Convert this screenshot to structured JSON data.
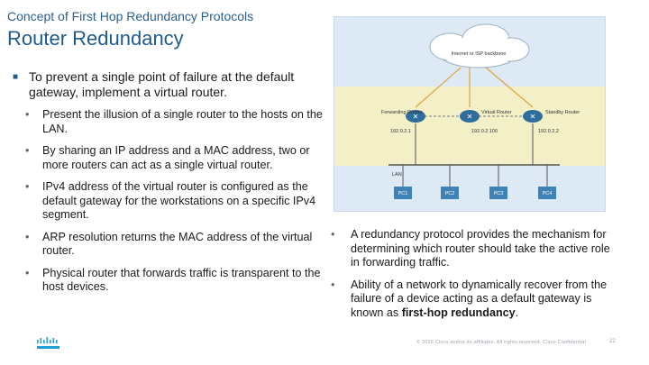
{
  "header": {
    "subtitle": "Concept of First Hop Redundancy Protocols",
    "title": "Router Redundancy"
  },
  "main_bullet": "To prevent a single point of failure at the default gateway, implement a virtual router.",
  "sub_bullets": [
    "Present the illusion of a single router to the hosts on the LAN.",
    "By sharing an IP address and a MAC address, two or more routers can act as a single virtual router.",
    "IPv4 address of the virtual router is configured as the default gateway for the workstations on a specific IPv4 segment.",
    "ARP resolution returns the MAC address of the virtual router.",
    "Physical router that forwards traffic is transparent to the host devices."
  ],
  "right_bullets": {
    "item1": "A redundancy protocol provides the mechanism for determining which router should take the active role in forwarding traffic.",
    "item2_prefix": "Ability of a network to dynamically recover from the failure of a device acting as a default gateway is known as ",
    "item2_bold": "first-hop redundancy",
    "item2_suffix": "."
  },
  "diagram": {
    "cloud_label": "Internet or ISP backbone",
    "routers": [
      {
        "name": "Forwarding Router",
        "ip": "192.0.2.1"
      },
      {
        "name": "Virtual Router",
        "ip": "192.0.2.100"
      },
      {
        "name": "Standby Router",
        "ip": "192.0.2.2"
      }
    ],
    "lan_label": "LAN",
    "pcs": [
      "PC1",
      "PC2",
      "PC3",
      "PC4"
    ]
  },
  "footer": {
    "copyright": "© 2016 Cisco and/or its affiliates. All rights reserved. Cisco Confidential",
    "page": "22"
  },
  "colors": {
    "title": "#1f5b8f",
    "diagram_bg": "#dde9f4",
    "lan_band": "#f3f0c8",
    "pc": "#3f82b6",
    "router": "#2f6d9c"
  }
}
